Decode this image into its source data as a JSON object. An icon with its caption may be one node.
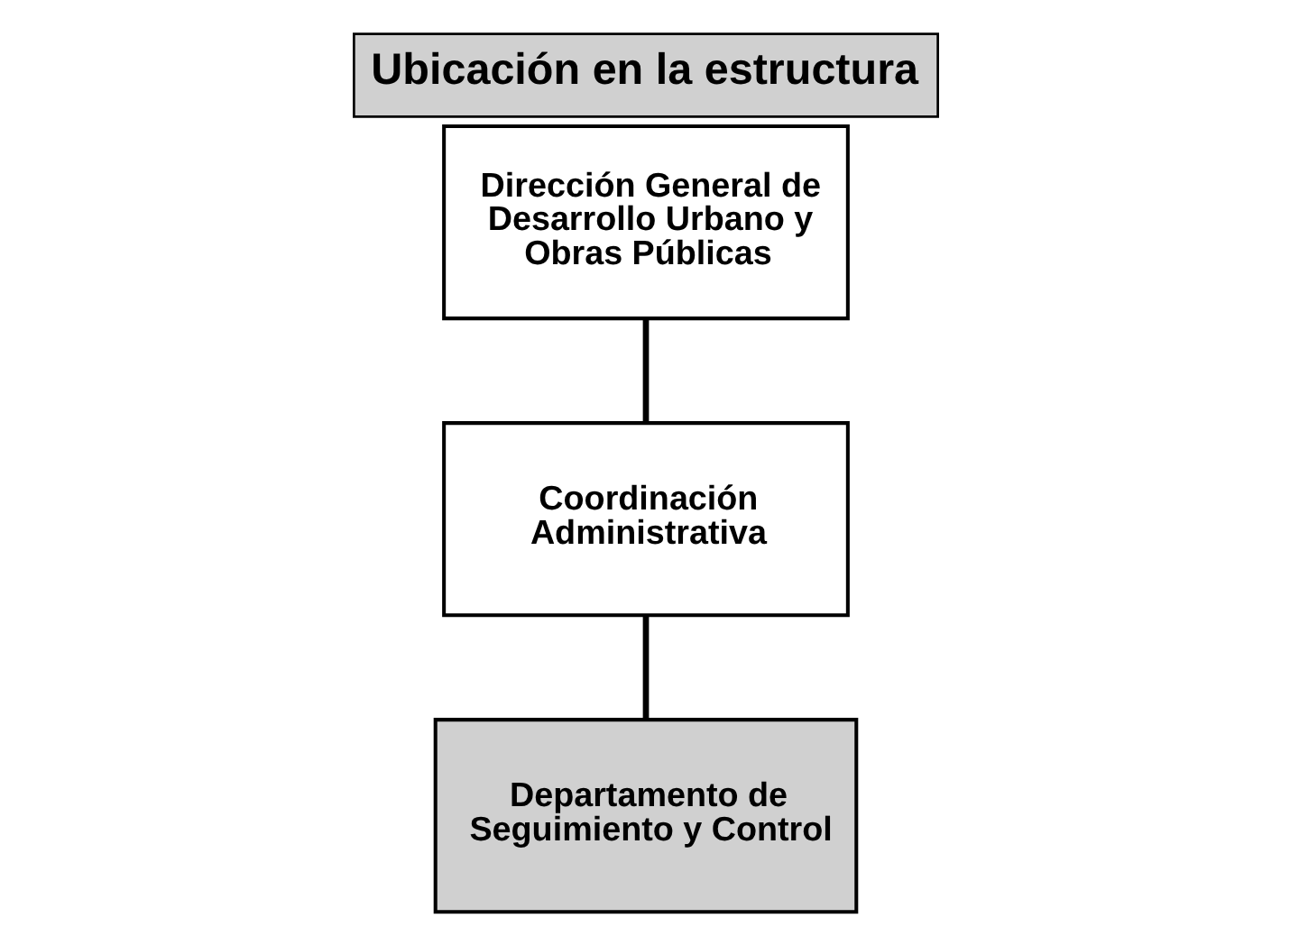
{
  "diagram": {
    "title": "Ubicación en la estructura",
    "nodes": [
      {
        "text": [
          "Dirección General de Desarrollo Urbano y Obras Públicas"
        ]
      },
      {
        "text": [
          "Coordinación Administrativa"
        ]
      },
      {
        "text": [
          "Departamento de Seguimiento y Control"
        ]
      }
    ],
    "edges": [
      {
        "from": 0,
        "to": 1,
        "arrow": "none"
      },
      {
        "from": 1,
        "to": 2,
        "arrow": "none"
      }
    ]
  }
}
